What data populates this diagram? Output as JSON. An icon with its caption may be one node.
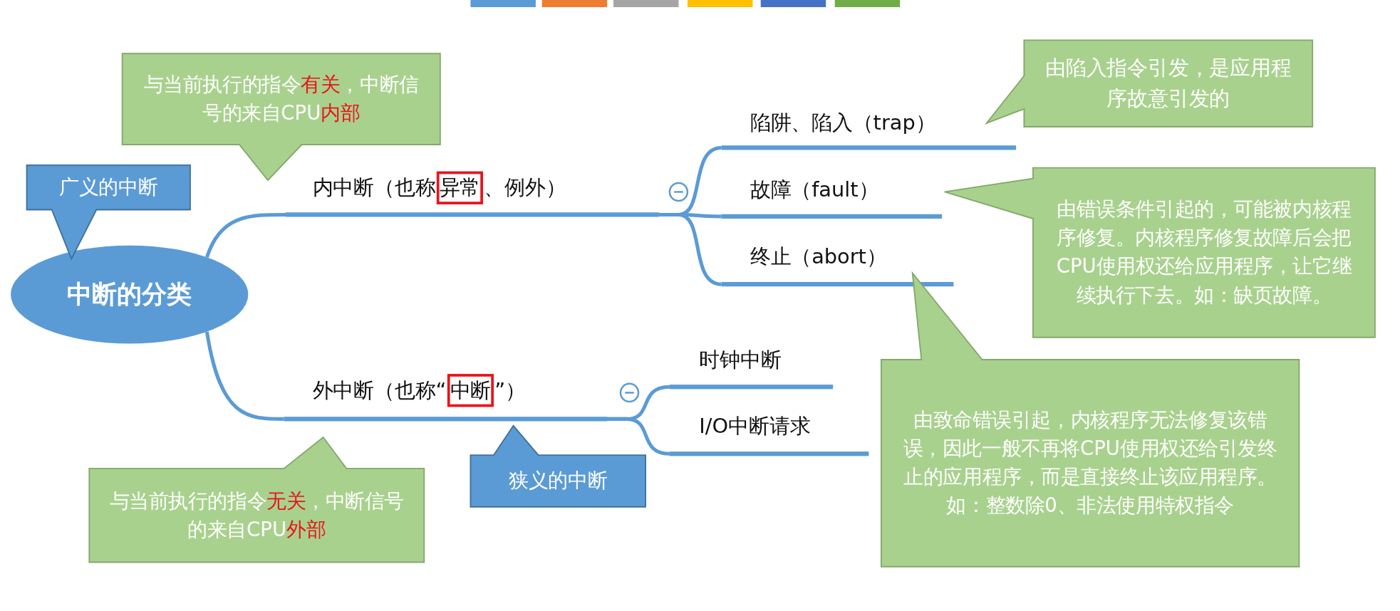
{
  "diagram": {
    "nodes": [
      {
        "text": [
          "中断的分类"
        ]
      },
      {
        "text": [
          "广义的中断"
        ]
      },
      {
        "text": [
          "与当前执行的指令**有关**，中断信号的来自CPU**内部**"
        ]
      },
      {
        "text": [
          "内中断（也称**异常**、例外）"
        ]
      },
      {
        "text": [
          "陷阱、陷入（trap）"
        ]
      },
      {
        "text": [
          "故障（fault）"
        ]
      },
      {
        "text": [
          "终止（abort）"
        ]
      },
      {
        "text": [
          "外中断（也称“**中断**”）"
        ]
      },
      {
        "text": [
          "时钟中断"
        ]
      },
      {
        "text": [
          "I/O中断请求"
        ]
      },
      {
        "text": [
          "由陷入指令引发，是应用程序故意引发的"
        ]
      },
      {
        "text": [
          "由错误条件引起的，可能被内核程序修复。内核程序修复故障后会把 CPU使用权还给应用程序，让它继续执行下去。如：缺页故障。"
        ]
      },
      {
        "text": [
          "由致命错误引起，内核程序无法修复该错误，因此一般不再将CPU使用权还给引发终止的应用程序，而是直接终止该应用程序。如：整数除0、非法使用特权指令"
        ]
      },
      {
        "text": [
          "狭义的中断"
        ]
      },
      {
        "text": [
          "与当前执行的指令**无关**，中断信号的来自CPU**外部**"
        ]
      }
    ],
    "edges": [
      {
        "from": 0,
        "to": 3,
        "arrow": "none"
      },
      {
        "from": 0,
        "to": 7,
        "arrow": "none"
      },
      {
        "from": 3,
        "to": 4,
        "arrow": "none"
      },
      {
        "from": 3,
        "to": 5,
        "arrow": "none"
      },
      {
        "from": 3,
        "to": 6,
        "arrow": "none"
      },
      {
        "from": 7,
        "to": 8,
        "arrow": "none"
      },
      {
        "from": 7,
        "to": 9,
        "arrow": "none"
      }
    ]
  }
}
